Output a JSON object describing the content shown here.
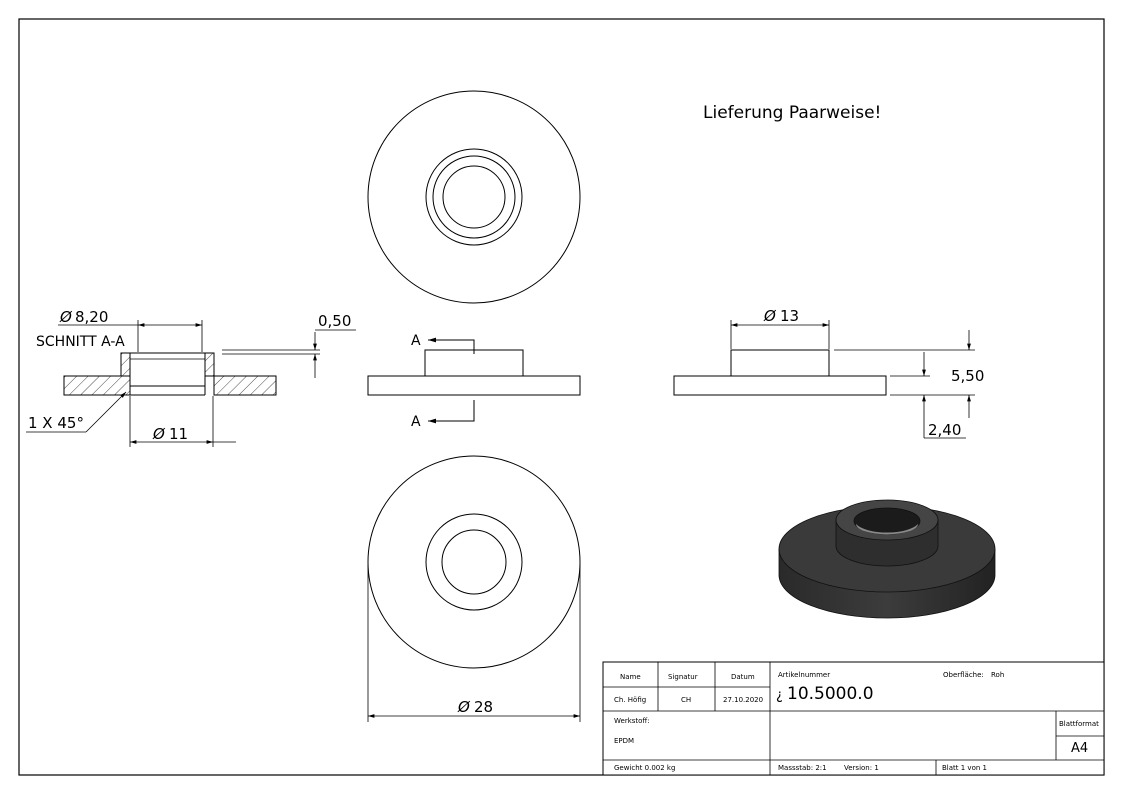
{
  "note": "Lieferung Paarweise!",
  "section_view": {
    "title": "SCHNITT A-A",
    "dim_bore": "8,20",
    "dim_step": "0,50",
    "dim_chamfer": "1 X 45°",
    "dim_outer_collar": "11"
  },
  "front_view": {
    "cut_label_top": "A",
    "cut_label_bottom": "A"
  },
  "side_view": {
    "dim_collar": "13",
    "dim_height": "5,50",
    "dim_base": "2,40"
  },
  "bottom_view": {
    "dim_diameter": "28"
  },
  "diameter_symbol": "Ø",
  "title_block": {
    "headers": {
      "name": "Name",
      "signature": "Signatur",
      "date": "Datum"
    },
    "row": {
      "name": "Ch. Höfig",
      "signature": "CH",
      "date": "27.10.2020"
    },
    "article_label": "Artikelnummer",
    "article_number": "10.5000.0",
    "article_prefix": "¿",
    "surface_label": "Oberfläche:",
    "surface_value": "Roh",
    "material_label": "Werkstoff:",
    "material_value": "EPDM",
    "sheet_format_label": "Blattformat",
    "sheet_format_value": "A4",
    "weight": "Gewicht 0.002 kg",
    "scale": "Massstab: 2:1",
    "version": "Version: 1",
    "sheet": "Blatt 1 von 1"
  }
}
